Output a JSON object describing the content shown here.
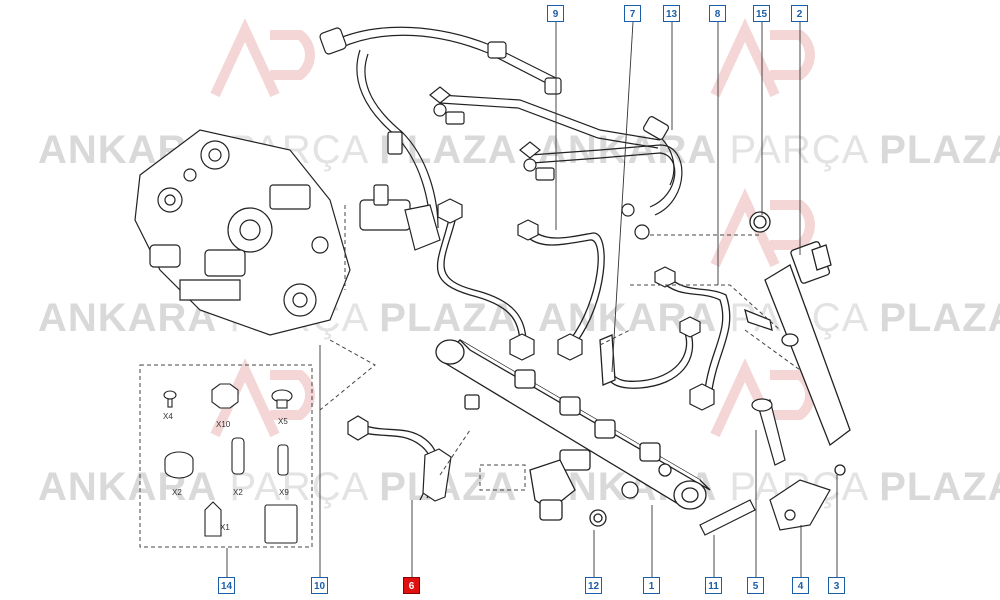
{
  "watermark": {
    "text_bold_1": "ANKARA",
    "text_light": "PARÇA",
    "text_bold_2": "PLAZA"
  },
  "callouts": [
    {
      "id": "9",
      "label": "9",
      "highlight": false
    },
    {
      "id": "7",
      "label": "7",
      "highlight": false
    },
    {
      "id": "13",
      "label": "13",
      "highlight": false
    },
    {
      "id": "8",
      "label": "8",
      "highlight": false
    },
    {
      "id": "15",
      "label": "15",
      "highlight": false
    },
    {
      "id": "2",
      "label": "2",
      "highlight": false
    },
    {
      "id": "14",
      "label": "14",
      "highlight": false
    },
    {
      "id": "10",
      "label": "10",
      "highlight": false
    },
    {
      "id": "6",
      "label": "6",
      "highlight": true
    },
    {
      "id": "12",
      "label": "12",
      "highlight": false
    },
    {
      "id": "1",
      "label": "1",
      "highlight": false
    },
    {
      "id": "11",
      "label": "11",
      "highlight": false
    },
    {
      "id": "5",
      "label": "5",
      "highlight": false
    },
    {
      "id": "4",
      "label": "4",
      "highlight": false
    },
    {
      "id": "3",
      "label": "3",
      "highlight": false
    }
  ],
  "kit_labels": [
    "X4",
    "X10",
    "X5",
    "X2",
    "X2",
    "X9",
    "X1"
  ],
  "colors": {
    "callout_border": "#1b5ea8",
    "highlight": "#e01010",
    "line": "#222222",
    "watermark": "#d9d9d9"
  }
}
